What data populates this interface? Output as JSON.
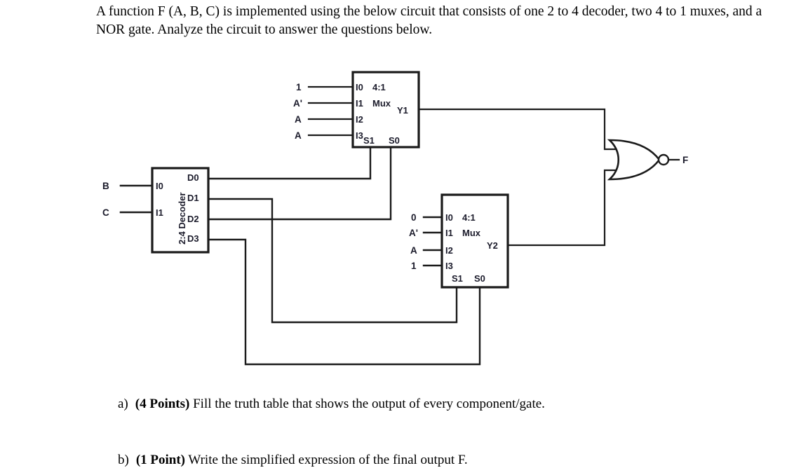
{
  "prompt": {
    "text": "A function F (A, B, C) is implemented using the below circuit that consists of one 2 to 4 decoder, two 4 to 1 muxes, and a NOR gate. Analyze the circuit to answer the questions below."
  },
  "questions": [
    {
      "marker": "a)",
      "points": "(4 Points)",
      "text": " Fill the truth table that shows the output of every component/gate."
    },
    {
      "marker": "b)",
      "points": "(1 Point)",
      "text": " Write the simplified expression of the final output F."
    }
  ],
  "circuit": {
    "decoder": {
      "title": "2:4 Decoder",
      "inputs": [
        {
          "signal": "B",
          "pin": "I0"
        },
        {
          "signal": "C",
          "pin": "I1"
        }
      ],
      "outputs": [
        "D0",
        "D1",
        "D2",
        "D3"
      ]
    },
    "mux1": {
      "type": "4:1",
      "name": "Mux",
      "inputs": [
        {
          "signal": "1",
          "pin": "I0"
        },
        {
          "signal": "A'",
          "pin": "I1"
        },
        {
          "signal": "A",
          "pin": "I2"
        },
        {
          "signal": "A",
          "pin": "I3"
        }
      ],
      "selects": [
        "S1",
        "S0"
      ],
      "output": "Y1"
    },
    "mux2": {
      "type": "4:1",
      "name": "Mux",
      "inputs": [
        {
          "signal": "0",
          "pin": "I0"
        },
        {
          "signal": "A'",
          "pin": "I1"
        },
        {
          "signal": "A",
          "pin": "I2"
        },
        {
          "signal": "1",
          "pin": "I3"
        }
      ],
      "selects": [
        "S1",
        "S0"
      ],
      "output": "Y2"
    },
    "nor_gate": {
      "type": "NOR",
      "output_label": "F"
    },
    "wire_color": "#1a1a1a",
    "text_color": "#1b1b2b"
  }
}
